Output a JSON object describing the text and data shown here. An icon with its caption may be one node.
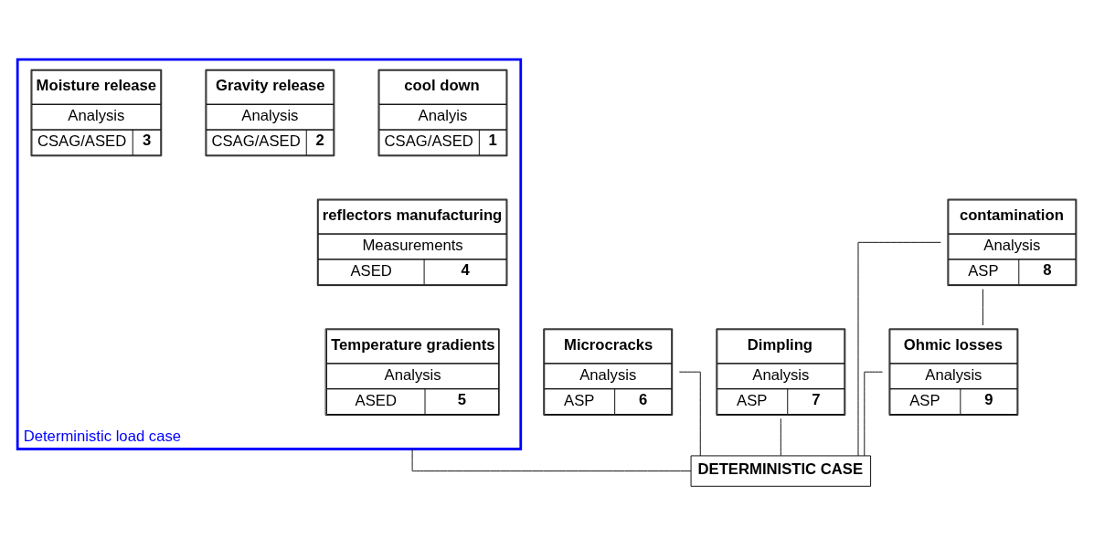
{
  "diagram": {
    "nodes": [
      {
        "text": [
          "Deterministic load case"
        ]
      },
      {
        "text": [
          "cool down",
          "Analyis",
          "CSAG/ASED",
          "1"
        ],
        "in": 0
      },
      {
        "text": [
          "Gravity release",
          "Analysis",
          "CSAG/ASED",
          "2"
        ],
        "in": 0
      },
      {
        "text": [
          "Moisture release",
          "Analysis",
          "CSAG/ASED",
          "3"
        ],
        "in": 0
      },
      {
        "text": [
          "reflectors manufacturing",
          "Measurements",
          "ASED",
          "4"
        ],
        "in": 0
      },
      {
        "text": [
          "Temperature gradients",
          "Analysis",
          "ASED",
          "5"
        ],
        "in": 0
      },
      {
        "text": [
          "Microcracks",
          "Analysis",
          "ASP",
          "6"
        ]
      },
      {
        "text": [
          "Dimpling",
          "Analysis",
          "ASP",
          "7"
        ]
      },
      {
        "text": [
          "contamination",
          "Analysis",
          "ASP",
          "8"
        ]
      },
      {
        "text": [
          "Ohmic losses",
          "Analysis",
          "ASP",
          "9"
        ]
      },
      {
        "text": [
          "DETERMINISTIC CASE"
        ]
      }
    ],
    "edges": [
      {
        "from": 0,
        "to": 10,
        "arrow": "none"
      },
      {
        "from": 6,
        "to": 10,
        "arrow": "none"
      },
      {
        "from": 7,
        "to": 10,
        "arrow": "none"
      },
      {
        "from": 8,
        "to": 10,
        "arrow": "none"
      },
      {
        "from": 9,
        "to": 10,
        "arrow": "none"
      },
      {
        "from": 8,
        "to": 9,
        "arrow": "none"
      }
    ]
  }
}
